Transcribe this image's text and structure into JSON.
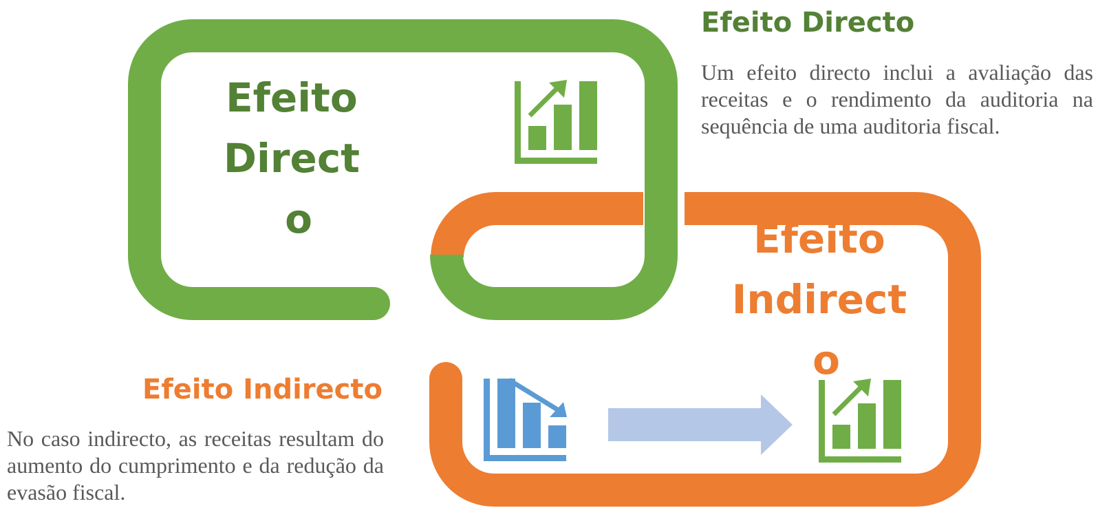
{
  "direct": {
    "shape_label_lines": [
      "Efeito",
      "Direct",
      "o"
    ],
    "heading": "Efeito Directo",
    "description": "Um efeito directo inclui a avaliação das receitas e o rendimento da auditoria na sequência de uma auditoria fiscal.",
    "icon": "chart-increase-icon"
  },
  "indirect": {
    "shape_label_lines": [
      "Efeito",
      "Indirect",
      "o"
    ],
    "heading": "Efeito Indirecto",
    "description": "No caso indirecto, as receitas resultam do aumento do cumprimento e da redução da evasão fiscal.",
    "icons": [
      "chart-decrease-icon",
      "right-arrow-icon",
      "chart-increase-icon"
    ]
  },
  "colors": {
    "green": "#70AD47",
    "dark_green": "#538135",
    "orange": "#ED7D31",
    "blue": "#5B9BD5",
    "light_blue": "#B4C7E7",
    "text_gray": "#595959"
  }
}
